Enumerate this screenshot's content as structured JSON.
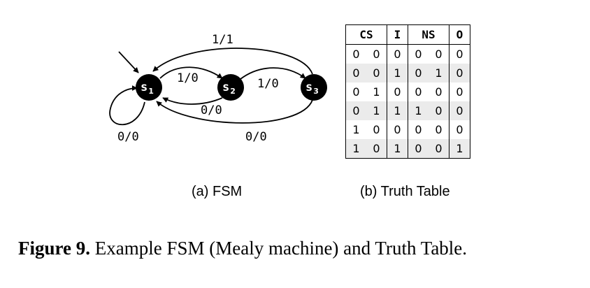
{
  "fsm": {
    "states": [
      {
        "letter": "s",
        "sub": "1"
      },
      {
        "letter": "s",
        "sub": "2"
      },
      {
        "letter": "s",
        "sub": "3"
      }
    ],
    "edges": [
      {
        "from": "s3",
        "to": "s1",
        "label": "1/1"
      },
      {
        "from": "s1",
        "to": "s2",
        "label": "1/0"
      },
      {
        "from": "s2",
        "to": "s3",
        "label": "1/0"
      },
      {
        "from": "s2",
        "to": "s1",
        "label": "0/0"
      },
      {
        "from": "s1",
        "to": "s1",
        "label": "0/0"
      },
      {
        "from": "s3",
        "to": "s1",
        "label": "0/0"
      }
    ],
    "caption": "(a) FSM"
  },
  "truth_table": {
    "headers": [
      "CS",
      "I",
      "NS",
      "O"
    ],
    "rows": [
      [
        "0",
        "0",
        "0",
        "0",
        "0",
        "0"
      ],
      [
        "0",
        "0",
        "1",
        "0",
        "1",
        "0"
      ],
      [
        "0",
        "1",
        "0",
        "0",
        "0",
        "0"
      ],
      [
        "0",
        "1",
        "1",
        "1",
        "0",
        "0"
      ],
      [
        "1",
        "0",
        "0",
        "0",
        "0",
        "0"
      ],
      [
        "1",
        "0",
        "1",
        "0",
        "0",
        "1"
      ]
    ],
    "caption": "(b) Truth Table"
  },
  "figure_caption": {
    "number": "Figure 9.",
    "text": " Example FSM (Mealy machine) and Truth Table."
  }
}
